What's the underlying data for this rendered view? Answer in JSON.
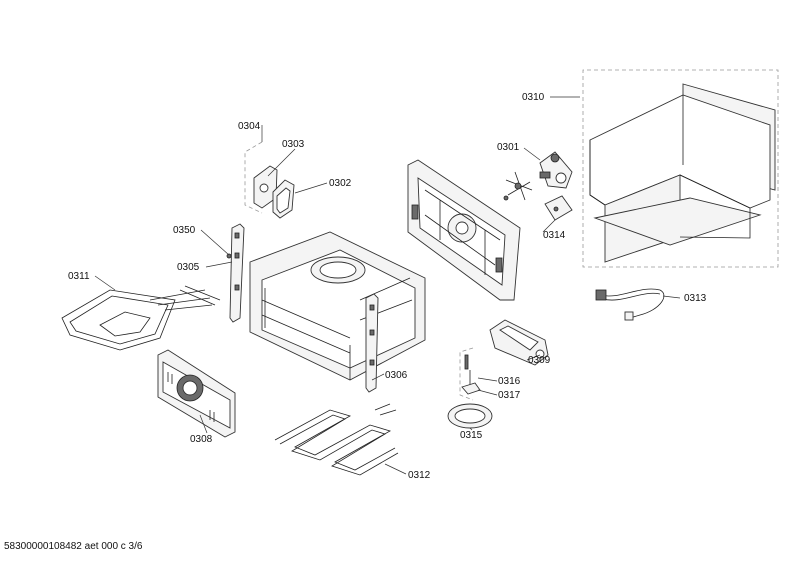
{
  "labels": {
    "p0301": "0301",
    "p0302": "0302",
    "p0303": "0303",
    "p0304": "0304",
    "p0305": "0305",
    "p0306": "0306",
    "p0308": "0308",
    "p0309": "0309",
    "p0310": "0310",
    "p0311": "0311",
    "p0312": "0312",
    "p0313": "0313",
    "p0314": "0314",
    "p0315": "0315",
    "p0316": "0316",
    "p0317": "0317",
    "p0350": "0350"
  },
  "footer": {
    "doc_id": "58300000108482 aet 000 c 3/6"
  }
}
